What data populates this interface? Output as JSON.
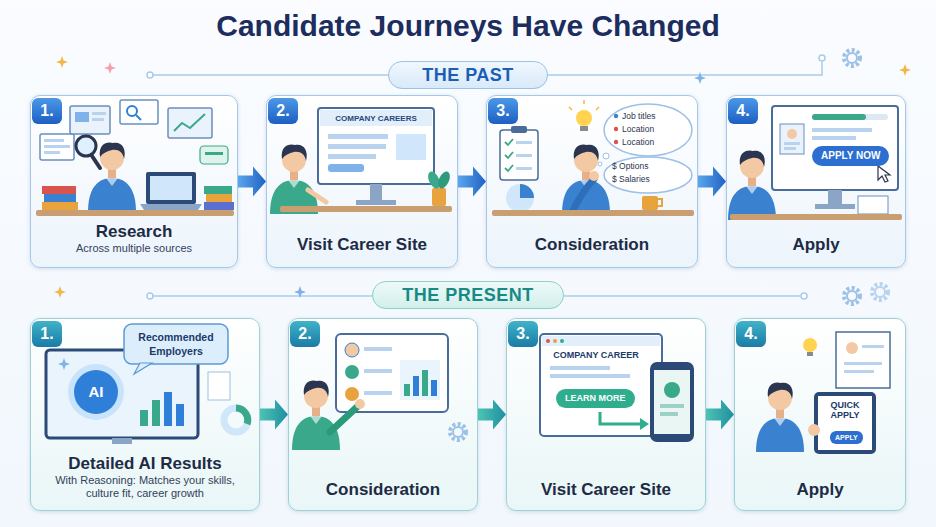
{
  "diagram": {
    "title": "Candidate Journeys Have Changed",
    "nodes": [
      {
        "text": [
          "THE PAST"
        ]
      },
      {
        "text": [
          "Research",
          "Across multiple sources"
        ]
      },
      {
        "text": [
          "Visit Career Site"
        ]
      },
      {
        "text": [
          "Consideration"
        ]
      },
      {
        "text": [
          "Apply"
        ]
      },
      {
        "text": [
          "THE PRESENT"
        ]
      },
      {
        "text": [
          "Detailed AI Results",
          "With Reasoning: Matches your skills, culture fit, career growth"
        ]
      },
      {
        "text": [
          "Consideration"
        ]
      },
      {
        "text": [
          "Visit Career Site"
        ]
      },
      {
        "text": [
          "Apply"
        ]
      }
    ],
    "edges": [
      {
        "from": 1,
        "to": 2,
        "arrow": "to"
      },
      {
        "from": 2,
        "to": 3,
        "arrow": "to"
      },
      {
        "from": 3,
        "to": 4,
        "arrow": "to"
      },
      {
        "from": 6,
        "to": 7,
        "arrow": "to"
      },
      {
        "from": 7,
        "to": 8,
        "arrow": "to"
      },
      {
        "from": 8,
        "to": 9,
        "arrow": "to"
      }
    ],
    "labels": [
      "1.",
      "2.",
      "3.",
      "4.",
      "COMPANY CAREERS",
      "Job titles",
      "Location",
      "Location",
      "$ Options",
      "$ Salaries",
      "APPLY NOW",
      "1.",
      "2.",
      "3.",
      "4.",
      "Recommended Employers",
      "AI",
      "COMPANY CAREER",
      "LEARN MORE",
      "QUICK APPLY",
      "APPLY"
    ]
  }
}
